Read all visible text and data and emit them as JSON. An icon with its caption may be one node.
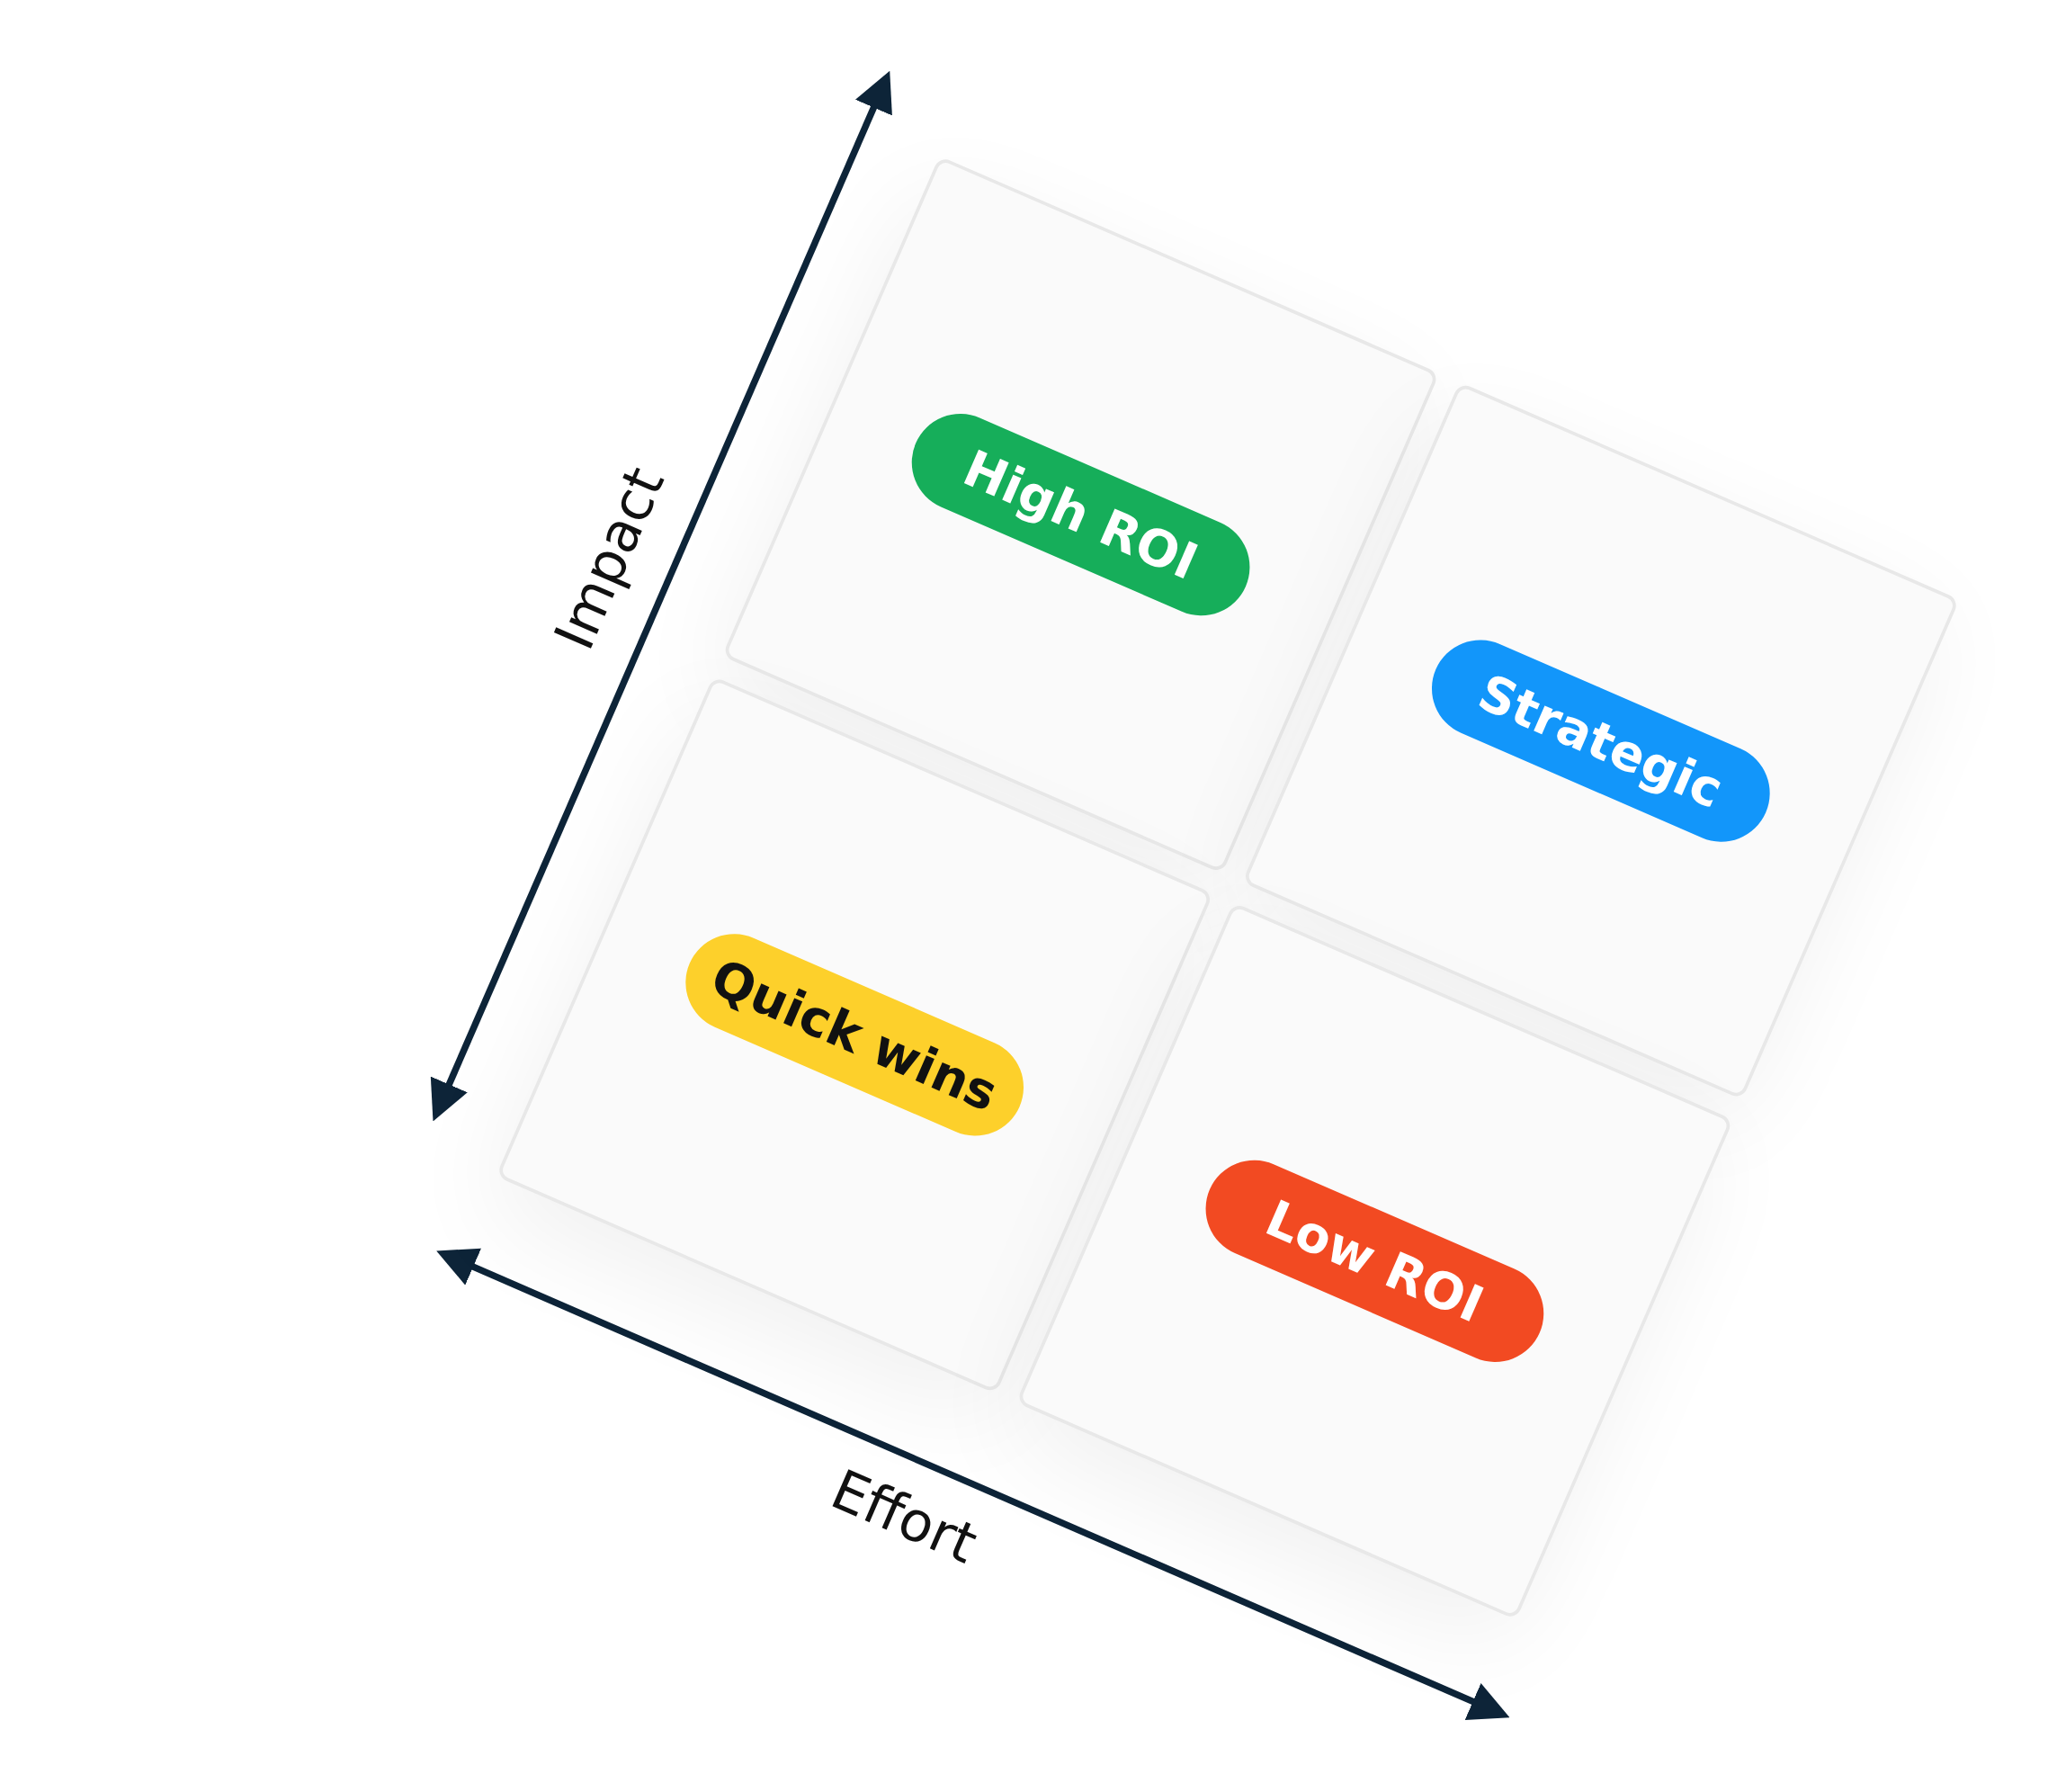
{
  "diagram": {
    "nodes": [
      {
        "text": [
          "High ROI"
        ]
      },
      {
        "text": [
          "Strategic"
        ]
      },
      {
        "text": [
          "Quick wins"
        ]
      },
      {
        "text": [
          "Low ROI"
        ]
      }
    ],
    "edges": [],
    "labels": [
      "Impact",
      "Effort"
    ]
  }
}
